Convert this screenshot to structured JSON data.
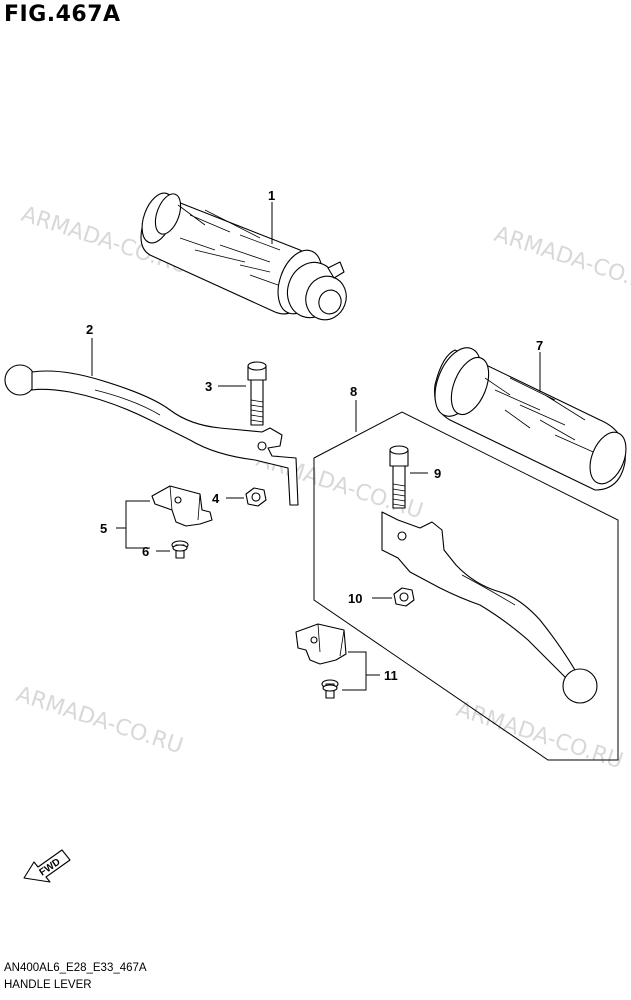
{
  "header": {
    "figure_title": "FIG.467A"
  },
  "watermarks": [
    "ARMADA-CO.RU",
    "ARMADA-CO.RU",
    "ARMADA-CO.RU",
    "ARMADA-CO.RU",
    "ARMADA-CO.RU"
  ],
  "parts": {
    "p1": "1",
    "p2": "2",
    "p3": "3",
    "p4": "4",
    "p5": "5",
    "p6": "6",
    "p7": "7",
    "p8": "8",
    "p9": "9",
    "p10": "10",
    "p11": "11"
  },
  "direction_arrow": {
    "label": "FWD"
  },
  "footer": {
    "model_code": "AN400AL6_E28_E33_467A",
    "caption": "HANDLE LEVER"
  }
}
